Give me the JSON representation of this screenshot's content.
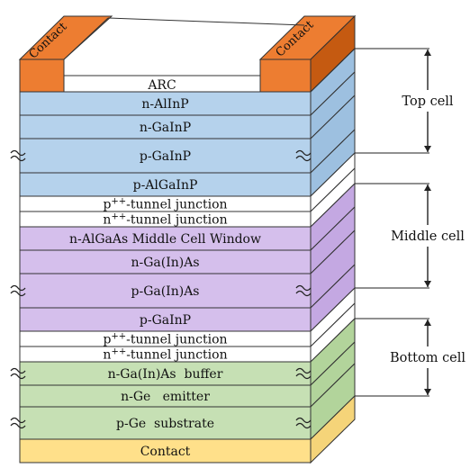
{
  "diagram": {
    "contact_top_left": "Contact",
    "contact_top_right": "Contact",
    "arc": "ARC",
    "layers": [
      {
        "label": "n-AlInP",
        "color": "#b5d2ec",
        "side": "#9dc0e0",
        "break": false
      },
      {
        "label": "n-GaInP",
        "color": "#b5d2ec",
        "side": "#9dc0e0",
        "break": false
      },
      {
        "label": "p-GaInP",
        "color": "#b5d2ec",
        "side": "#9dc0e0",
        "break": true
      },
      {
        "label": "p-AlGaInP",
        "color": "#b5d2ec",
        "side": "#9dc0e0",
        "break": false
      },
      {
        "label": "p",
        "sup": "++",
        "rest": "-tunnel junction",
        "color": "#ffffff",
        "side": "#ffffff",
        "break": false
      },
      {
        "label": "n",
        "sup": "++",
        "rest": "-tunnel junction",
        "color": "#ffffff",
        "side": "#ffffff",
        "break": false
      },
      {
        "label": "n-AlGaAs Middle Cell Window",
        "color": "#d5bfec",
        "side": "#c4a8e2",
        "break": false
      },
      {
        "label": "n-Ga(In)As",
        "color": "#d5bfec",
        "side": "#c4a8e2",
        "break": false
      },
      {
        "label": "p-Ga(In)As",
        "color": "#d5bfec",
        "side": "#c4a8e2",
        "break": true
      },
      {
        "label": "p-GaInP",
        "color": "#d5bfec",
        "side": "#c4a8e2",
        "break": false
      },
      {
        "label": "p",
        "sup": "++",
        "rest": "-tunnel junction",
        "color": "#ffffff",
        "side": "#ffffff",
        "break": false
      },
      {
        "label": "n",
        "sup": "++",
        "rest": "-tunnel junction",
        "color": "#ffffff",
        "side": "#ffffff",
        "break": false
      },
      {
        "label": "n-Ga(In)As  buffer",
        "color": "#c6e0b4",
        "side": "#b2d49b",
        "break": true
      },
      {
        "label": "n-Ge   emitter",
        "color": "#c6e0b4",
        "side": "#b2d49b",
        "break": false
      },
      {
        "label": "p-Ge  substrate",
        "color": "#c6e0b4",
        "side": "#b2d49b",
        "break": true
      },
      {
        "label": "Contact",
        "color": "#ffe08a",
        "side": "#f5d479",
        "break": false
      }
    ],
    "cells": [
      {
        "name": "Top cell"
      },
      {
        "name": "Middle cell"
      },
      {
        "name": "Bottom cell"
      }
    ],
    "colors": {
      "contact": "#ed7d31",
      "contact_side": "#c55a11",
      "outline": "#333333"
    }
  }
}
